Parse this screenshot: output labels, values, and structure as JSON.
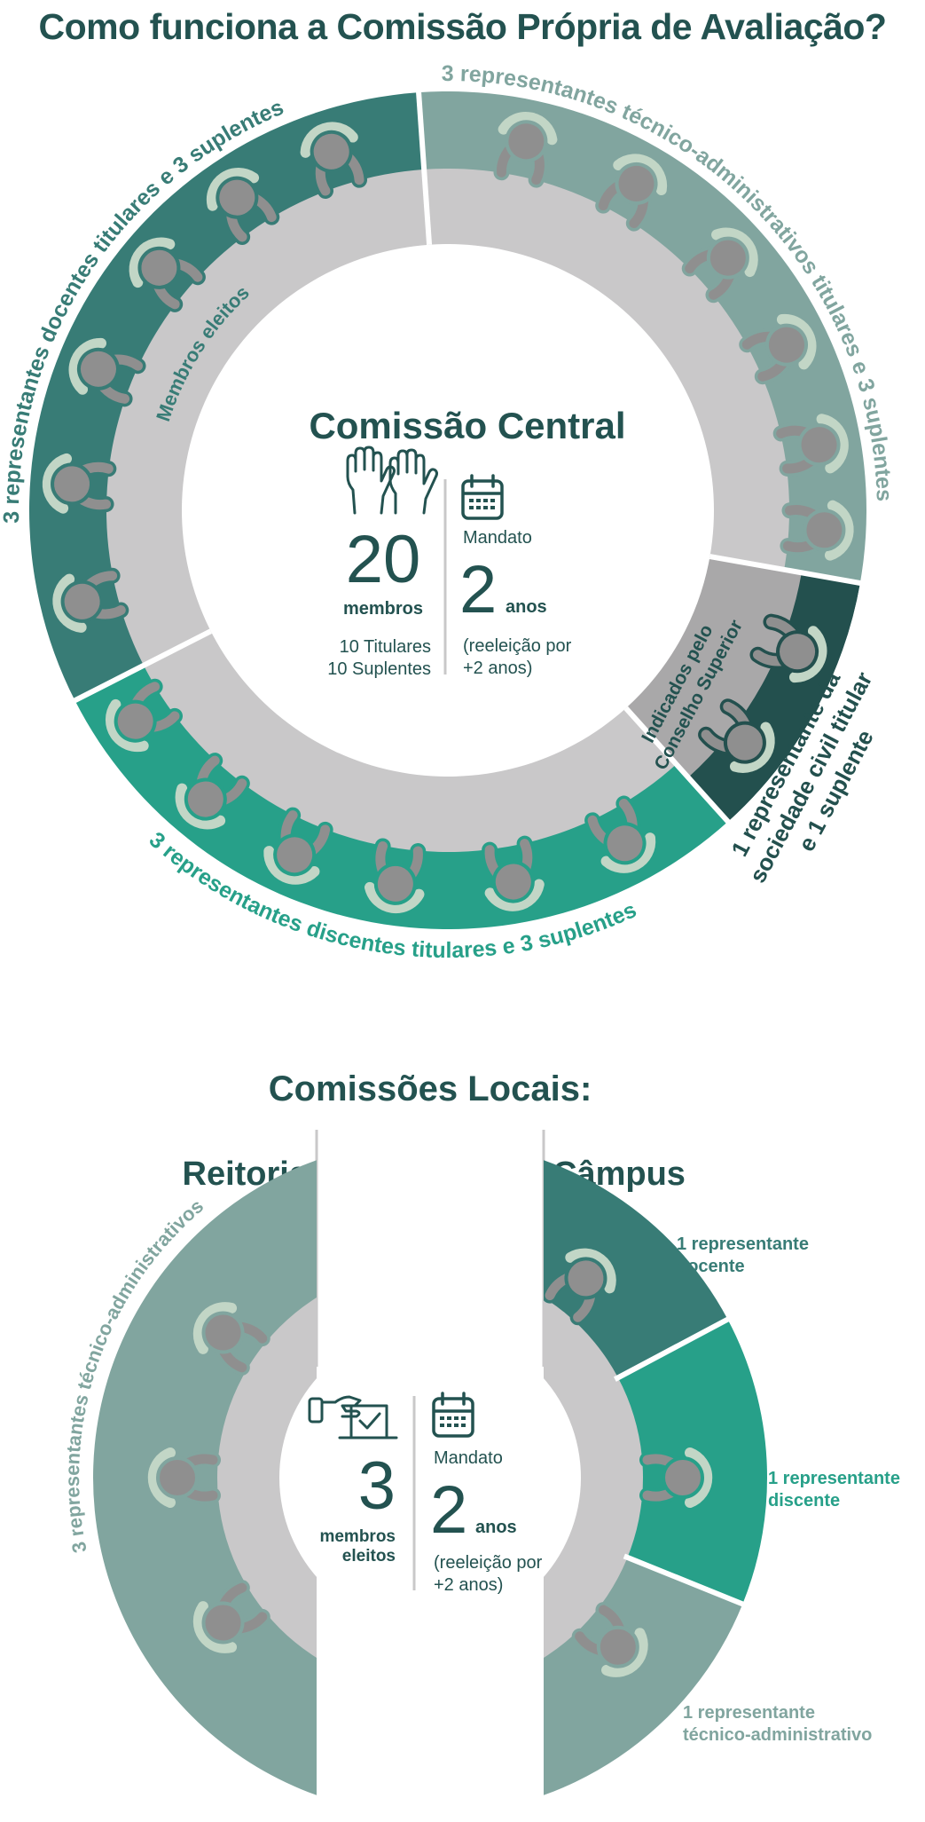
{
  "title": "Como funciona a Comissão Própria de Avaliação?",
  "colors": {
    "dark": "#235250",
    "docentes": "#387c76",
    "tecnicos": "#81a59f",
    "discentes": "#27a089",
    "sociedade": "#23504e",
    "ring_gray": "#c9c8c9",
    "ring_gray_dark": "#a9a8a9",
    "person": "#8f8f8f",
    "chair": "#c2d6c6"
  },
  "central": {
    "heading": "Comissão Central",
    "members_icon": "raised-hands-icon",
    "members_count": "20",
    "members_label": "membros",
    "titulares": "10 Titulares",
    "suplentes": "10 Suplentes",
    "calendar_icon": "calendar-icon",
    "mandate_label": "Mandato",
    "mandate_years": "2",
    "mandate_unit": "anos",
    "reelection_line1": "(reeleição por",
    "reelection_line2": "+2 anos)",
    "inner_ring_label": "Membros eleitos",
    "inner_ring_label_2_line1": "Indicados pelo",
    "inner_ring_label_2_line2": "Conselho Superior",
    "segments": [
      {
        "key": "docentes",
        "label": "3 representantes docentes titulares e 3 suplentes",
        "people": 6
      },
      {
        "key": "tecnicos",
        "label": "3 representantes técnico-administrativos titulares e 3 suplentes",
        "people": 6
      },
      {
        "key": "sociedade",
        "label_lines": [
          "1 representante da",
          "sociedade civil titular",
          "e 1 suplente"
        ],
        "people": 2
      },
      {
        "key": "discentes",
        "label": "3 representantes discentes titulares e 3 suplentes",
        "people": 6
      }
    ]
  },
  "local": {
    "heading": "Comissões Locais:",
    "reitoria": {
      "title": "Reitoria",
      "segment_label": "3 representantes técnico-administrativos",
      "people": 3
    },
    "campus": {
      "title": "Câmpus",
      "segments": [
        {
          "key": "docente",
          "label_lines": [
            "1 representante",
            "docente"
          ]
        },
        {
          "key": "discente",
          "label_lines": [
            "1 representante",
            "discente"
          ]
        },
        {
          "key": "tecnico",
          "label_lines": [
            "1 representante",
            "técnico-administrativo"
          ]
        }
      ]
    },
    "vote_icon": "ballot-vote-icon",
    "members_count": "3",
    "members_label_line1": "membros",
    "members_label_line2": "eleitos",
    "calendar_icon": "calendar-icon",
    "mandate_label": "Mandato",
    "mandate_years": "2",
    "mandate_unit": "anos",
    "reelection_line1": "(reeleição por",
    "reelection_line2": "+2 anos)"
  }
}
